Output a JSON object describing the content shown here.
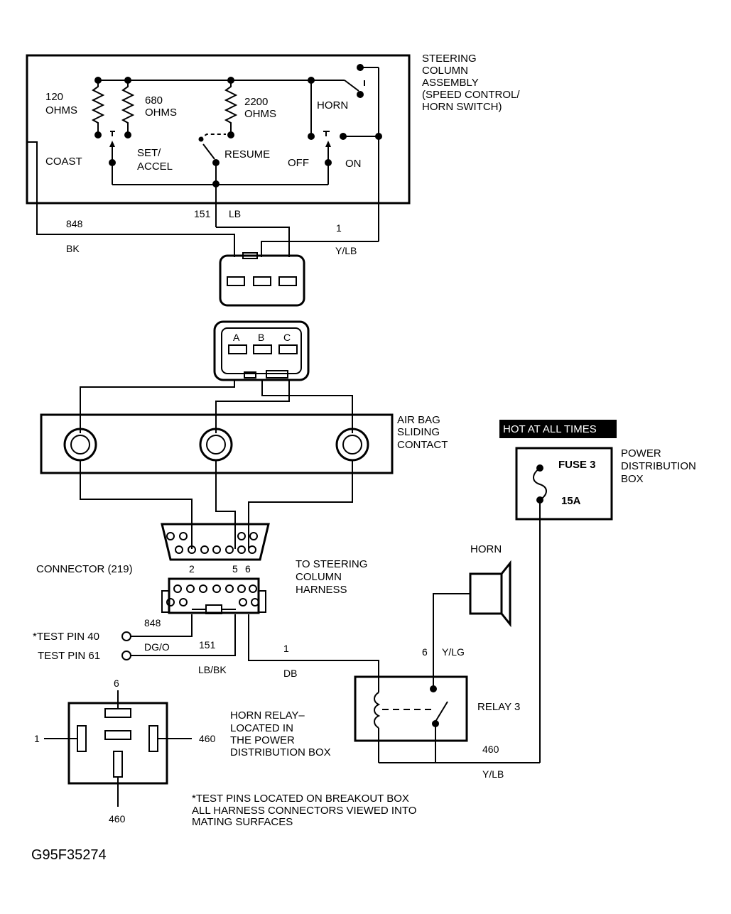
{
  "steering_assembly": {
    "title": [
      "STEERING",
      "COLUMN",
      "ASSEMBLY",
      "(SPEED CONTROL/",
      "HORN SWITCH)"
    ],
    "res1": [
      "120",
      "OHMS"
    ],
    "res2": [
      "680",
      "OHMS"
    ],
    "res3": [
      "2200",
      "OHMS"
    ],
    "horn": "HORN",
    "coast": "COAST",
    "set_accel": [
      "SET/",
      "ACCEL"
    ],
    "resume": "RESUME",
    "off": "OFF",
    "on": "ON"
  },
  "top_wires": {
    "w848": "848",
    "bk": "BK",
    "w151": "151",
    "lb": "LB",
    "w1": "1",
    "ylb": "Y/LB"
  },
  "connector_abc": {
    "a": "A",
    "b": "B",
    "c": "C"
  },
  "airbag": [
    "AIR BAG",
    "SLIDING",
    "CONTACT"
  ],
  "connector219": {
    "label": "CONNECTOR (219)",
    "pin2": "2",
    "pin5": "5",
    "pin6": "6",
    "to_harness": [
      "TO STEERING",
      "COLUMN",
      "HARNESS"
    ]
  },
  "test_pins": {
    "pin40": "*TEST PIN 40",
    "pin61": "TEST PIN 61",
    "w848": "848",
    "dgo": "DG/O",
    "w151": "151",
    "lbbk": "LB/BK",
    "w1": "1",
    "db": "DB"
  },
  "power": {
    "hot": "HOT AT ALL TIMES",
    "fuse": "FUSE 3",
    "amps": "15A",
    "box": [
      "POWER",
      "DISTRIBUTION",
      "BOX"
    ]
  },
  "horn": {
    "label": "HORN",
    "w6": "6",
    "ylg": "Y/LG"
  },
  "relay": {
    "label": "RELAY 3",
    "w460": "460",
    "ylb": "Y/LB"
  },
  "horn_relay": {
    "pin6": "6",
    "pin1": "1",
    "pin460r": "460",
    "pin460b": "460",
    "desc": [
      "HORN RELAY–",
      "LOCATED IN",
      "THE POWER",
      "DISTRIBUTION BOX"
    ]
  },
  "notes": [
    "*TEST PINS LOCATED ON BREAKOUT BOX",
    "ALL HARNESS CONNECTORS VIEWED INTO",
    "MATING SURFACES"
  ],
  "figure_id": "G95F35274"
}
